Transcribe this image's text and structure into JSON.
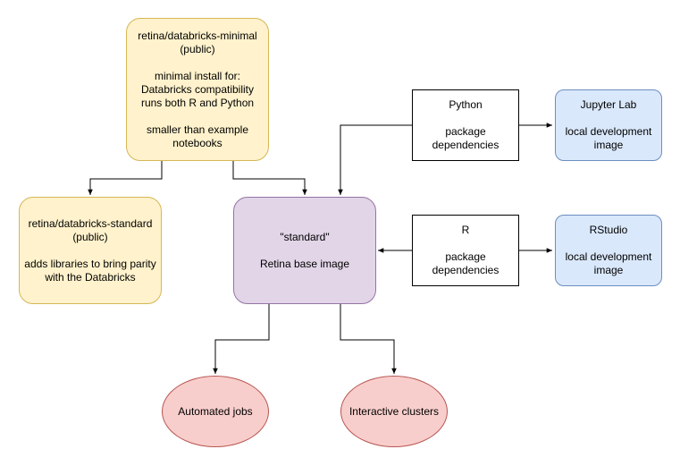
{
  "nodes": {
    "minimal": {
      "lines": [
        "retina/databricks-minimal",
        "(public)",
        "",
        "minimal install for:",
        "Databricks compatibility",
        "runs both R and Python",
        "",
        "smaller than example",
        "notebooks"
      ],
      "fill": "#fff2cc",
      "stroke": "#d6b656"
    },
    "standard_public": {
      "lines": [
        "retina/databricks-standard",
        "(public)",
        "",
        "adds libraries to bring parity",
        "with the Databricks"
      ],
      "fill": "#fff2cc",
      "stroke": "#d6b656"
    },
    "standard_base": {
      "lines": [
        "\"standard\"",
        "",
        "Retina base image"
      ],
      "fill": "#e1d5e7",
      "stroke": "#9673a6"
    },
    "python_deps": {
      "lines": [
        "Python",
        "",
        "package",
        "dependencies"
      ],
      "fill": "#ffffff",
      "stroke": "#000000"
    },
    "r_deps": {
      "lines": [
        "R",
        "",
        "package",
        "dependencies"
      ],
      "fill": "#ffffff",
      "stroke": "#000000"
    },
    "jupyter": {
      "lines": [
        "Jupyter Lab",
        "",
        "local development",
        "image"
      ],
      "fill": "#dae8fc",
      "stroke": "#6c8ebf"
    },
    "rstudio": {
      "lines": [
        "RStudio",
        "",
        "local development",
        "image"
      ],
      "fill": "#dae8fc",
      "stroke": "#6c8ebf"
    },
    "automated_jobs": {
      "lines": [
        "Automated jobs"
      ],
      "fill": "#f8cecc",
      "stroke": "#b85450"
    },
    "interactive_clusters": {
      "lines": [
        "Interactive clusters"
      ],
      "fill": "#f8cecc",
      "stroke": "#b85450"
    }
  },
  "edges": [
    {
      "from": "minimal",
      "to": "standard_public"
    },
    {
      "from": "minimal",
      "to": "standard_base"
    },
    {
      "from": "python_deps",
      "to": "standard_base"
    },
    {
      "from": "python_deps",
      "to": "jupyter"
    },
    {
      "from": "r_deps",
      "to": "standard_base"
    },
    {
      "from": "r_deps",
      "to": "rstudio"
    },
    {
      "from": "standard_base",
      "to": "automated_jobs"
    },
    {
      "from": "standard_base",
      "to": "interactive_clusters"
    }
  ]
}
